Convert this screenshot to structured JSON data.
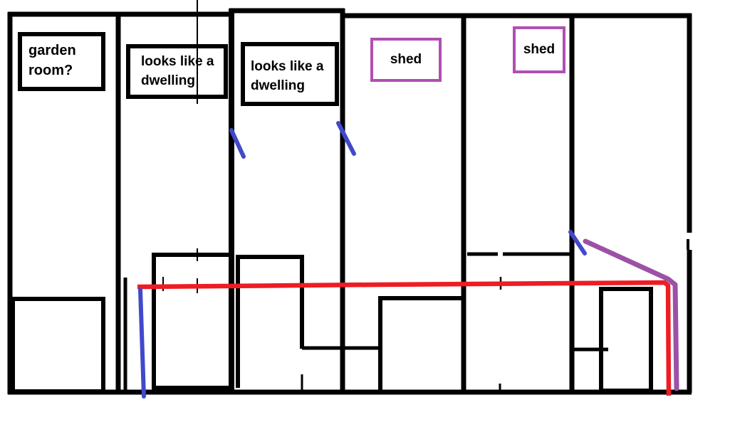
{
  "colors": {
    "ink": "#000000",
    "red": "#ee1c23",
    "blue": "#4149cb",
    "purple": "#9c51a6",
    "shed_border": "#b04fb3"
  },
  "labels": {
    "garden_room": "garden room?",
    "dwelling_left": "looks like a dwelling",
    "dwelling_right": "looks like a dwelling",
    "shed_left": "shed",
    "shed_right": "shed"
  }
}
